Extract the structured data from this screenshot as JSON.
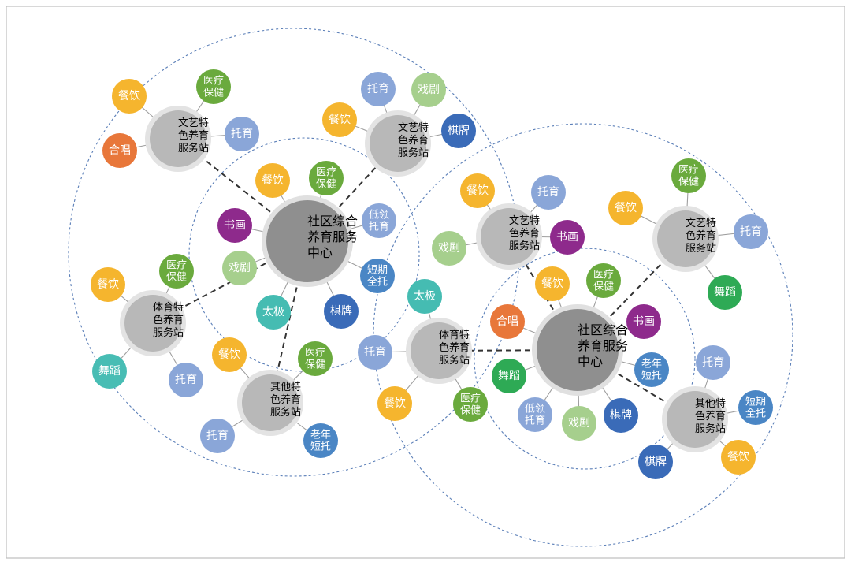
{
  "colors": {
    "catering": "#f5b52e",
    "medical": "#6aaa3d",
    "nursery": "#8aa6d8",
    "choir": "#e8773a",
    "painting": "#8e2a8c",
    "drama": "#a6cf8d",
    "taiji": "#45bcb2",
    "chess": "#3a6bb8",
    "dance": "#2eaa55",
    "dance_teal": "#48bdb4",
    "low_age": "#8aa6d8",
    "short_term": "#4a86c5",
    "elder": "#4a86c5"
  },
  "hubs": [
    {
      "id": "hub-left",
      "lines": [
        "社区综合",
        "养育服务",
        "中心"
      ],
      "services": [
        {
          "label": [
            "餐饮"
          ],
          "color": "catering"
        },
        {
          "label": [
            "医疗",
            "保健"
          ],
          "color": "medical"
        },
        {
          "label": [
            "低领",
            "托育"
          ],
          "color": "low_age"
        },
        {
          "label": [
            "短期",
            "全托"
          ],
          "color": "short_term"
        },
        {
          "label": [
            "棋牌"
          ],
          "color": "chess"
        },
        {
          "label": [
            "太极"
          ],
          "color": "taiji"
        },
        {
          "label": [
            "戏剧"
          ],
          "color": "drama"
        },
        {
          "label": [
            "书画"
          ],
          "color": "painting"
        }
      ]
    },
    {
      "id": "hub-right",
      "lines": [
        "社区综合",
        "养育服务",
        "中心"
      ],
      "services": [
        {
          "label": [
            "餐饮"
          ],
          "color": "catering"
        },
        {
          "label": [
            "医疗",
            "保健"
          ],
          "color": "medical"
        },
        {
          "label": [
            "书画"
          ],
          "color": "painting"
        },
        {
          "label": [
            "老年",
            "短托"
          ],
          "color": "elder"
        },
        {
          "label": [
            "棋牌"
          ],
          "color": "chess"
        },
        {
          "label": [
            "戏剧"
          ],
          "color": "drama"
        },
        {
          "label": [
            "低领",
            "托育"
          ],
          "color": "low_age"
        },
        {
          "label": [
            "舞蹈"
          ],
          "color": "dance"
        },
        {
          "label": [
            "合唱"
          ],
          "color": "choir"
        }
      ]
    }
  ],
  "stations": [
    {
      "id": "st-a",
      "lines": [
        "文艺特",
        "色养育",
        "服务站"
      ],
      "services": [
        {
          "label": [
            "餐饮"
          ],
          "color": "catering"
        },
        {
          "label": [
            "医疗",
            "保健"
          ],
          "color": "medical"
        },
        {
          "label": [
            "托育"
          ],
          "color": "nursery"
        },
        {
          "label": [
            "合唱"
          ],
          "color": "choir"
        }
      ]
    },
    {
      "id": "st-b",
      "lines": [
        "文艺特",
        "色养育",
        "服务站"
      ],
      "services": [
        {
          "label": [
            "托育"
          ],
          "color": "nursery"
        },
        {
          "label": [
            "戏剧"
          ],
          "color": "drama"
        },
        {
          "label": [
            "棋牌"
          ],
          "color": "chess"
        },
        {
          "label": [
            "餐饮"
          ],
          "color": "catering"
        }
      ]
    },
    {
      "id": "st-c",
      "lines": [
        "体育特",
        "色养育",
        "服务站"
      ],
      "services": [
        {
          "label": [
            "餐饮"
          ],
          "color": "catering"
        },
        {
          "label": [
            "医疗",
            "保健"
          ],
          "color": "medical"
        },
        {
          "label": [
            "托育"
          ],
          "color": "nursery"
        },
        {
          "label": [
            "舞蹈"
          ],
          "color": "dance_teal"
        }
      ]
    },
    {
      "id": "st-d",
      "lines": [
        "其他特",
        "色养育",
        "服务站"
      ],
      "services": [
        {
          "label": [
            "餐饮"
          ],
          "color": "catering"
        },
        {
          "label": [
            "医疗",
            "保健"
          ],
          "color": "medical"
        },
        {
          "label": [
            "老年",
            "短托"
          ],
          "color": "elder"
        },
        {
          "label": [
            "托育"
          ],
          "color": "nursery"
        }
      ]
    },
    {
      "id": "st-e",
      "lines": [
        "文艺特",
        "色养育",
        "服务站"
      ],
      "services": [
        {
          "label": [
            "托育"
          ],
          "color": "nursery"
        },
        {
          "label": [
            "书画"
          ],
          "color": "painting"
        },
        {
          "label": [
            "戏剧"
          ],
          "color": "drama"
        },
        {
          "label": [
            "餐饮"
          ],
          "color": "catering"
        }
      ]
    },
    {
      "id": "st-f",
      "lines": [
        "体育特",
        "色养育",
        "服务站"
      ],
      "services": [
        {
          "label": [
            "太极"
          ],
          "color": "taiji"
        },
        {
          "label": [
            "托育"
          ],
          "color": "nursery"
        },
        {
          "label": [
            "餐饮"
          ],
          "color": "catering"
        },
        {
          "label": [
            "医疗",
            "保健"
          ],
          "color": "medical"
        }
      ]
    },
    {
      "id": "st-g",
      "lines": [
        "文艺特",
        "色养育",
        "服务站"
      ],
      "services": [
        {
          "label": [
            "医疗",
            "保健"
          ],
          "color": "medical"
        },
        {
          "label": [
            "托育"
          ],
          "color": "nursery"
        },
        {
          "label": [
            "舞蹈"
          ],
          "color": "dance"
        },
        {
          "label": [
            "餐饮"
          ],
          "color": "catering"
        }
      ]
    },
    {
      "id": "st-h",
      "lines": [
        "其他特",
        "色养育",
        "服务站"
      ],
      "services": [
        {
          "label": [
            "托育"
          ],
          "color": "nursery"
        },
        {
          "label": [
            "短期",
            "全托"
          ],
          "color": "short_term"
        },
        {
          "label": [
            "餐饮"
          ],
          "color": "catering"
        },
        {
          "label": [
            "棋牌"
          ],
          "color": "chess"
        }
      ]
    }
  ]
}
